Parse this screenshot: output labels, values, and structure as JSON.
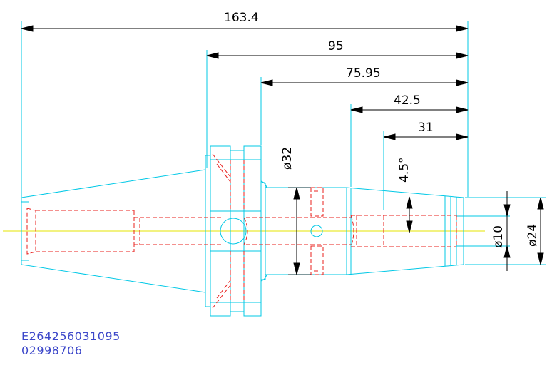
{
  "dimensions": {
    "overall_length": "163.4",
    "length_95": "95",
    "length_75_95": "75.95",
    "length_42_5": "42.5",
    "length_31": "31",
    "taper_angle": "4.5°",
    "diameter_32": "ø32",
    "diameter_10": "ø10",
    "diameter_24": "ø24"
  },
  "caption": {
    "code": "E264256031095",
    "number": "02998706"
  },
  "colors": {
    "outline": "#00c8e6",
    "hidden": "#e8201e",
    "centerline": "#e6e600",
    "dimension": "#000000",
    "caption": "#3b46c9"
  }
}
